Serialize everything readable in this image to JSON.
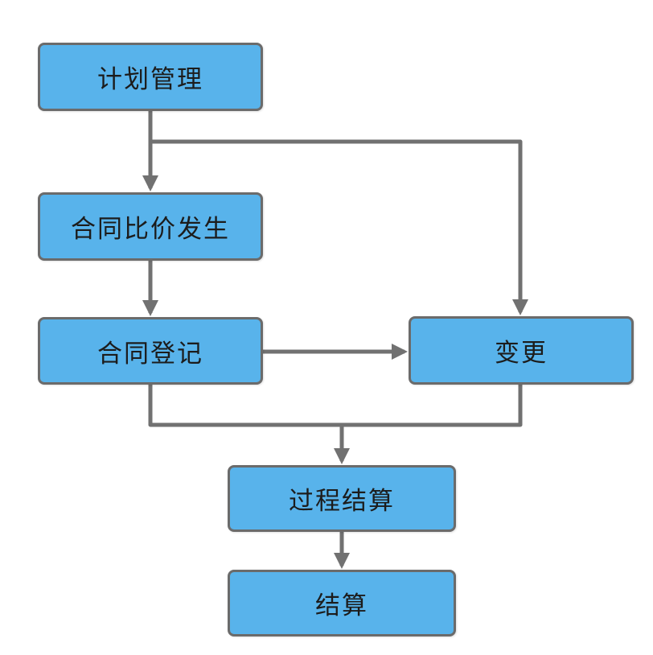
{
  "diagram": {
    "title": "contract-management-flow",
    "nodes": {
      "plan": {
        "label": "计划管理"
      },
      "compare": {
        "label": "合同比价发生"
      },
      "register": {
        "label": "合同登记"
      },
      "change": {
        "label": "变更"
      },
      "process": {
        "label": "过程结算"
      },
      "settle": {
        "label": "结算"
      }
    },
    "edges": [
      {
        "from": "plan",
        "to": "compare",
        "arrow": true
      },
      {
        "from": "plan",
        "to": "change",
        "arrow": true
      },
      {
        "from": "compare",
        "to": "register",
        "arrow": true
      },
      {
        "from": "register",
        "to": "change",
        "arrow": true
      },
      {
        "from": "register",
        "to": "process",
        "arrow": true,
        "note": "merge with change"
      },
      {
        "from": "change",
        "to": "process",
        "arrow": true,
        "note": "merge with register"
      },
      {
        "from": "process",
        "to": "settle",
        "arrow": true
      }
    ],
    "colors": {
      "node_fill": "#58B3EB",
      "node_border": "#6b6b6b",
      "connector": "#717171",
      "text": "#1c1c1c",
      "background": "#ffffff"
    }
  }
}
